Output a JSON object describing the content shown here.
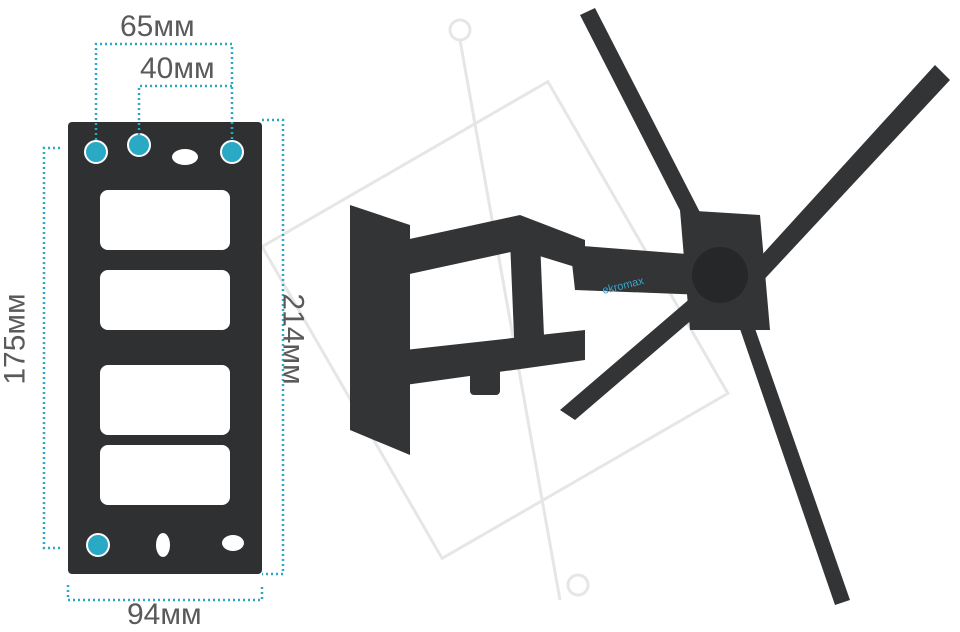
{
  "dimensions": {
    "top_outer": "65мм",
    "top_inner": "40мм",
    "left_height": "175мм",
    "right_height": "214мм",
    "bottom_width": "94мм"
  },
  "brand_logo": "ekromax",
  "colors": {
    "dimension_line": "#2aa9c4",
    "metal": "#2f3032",
    "label": "#5a5a5a"
  }
}
